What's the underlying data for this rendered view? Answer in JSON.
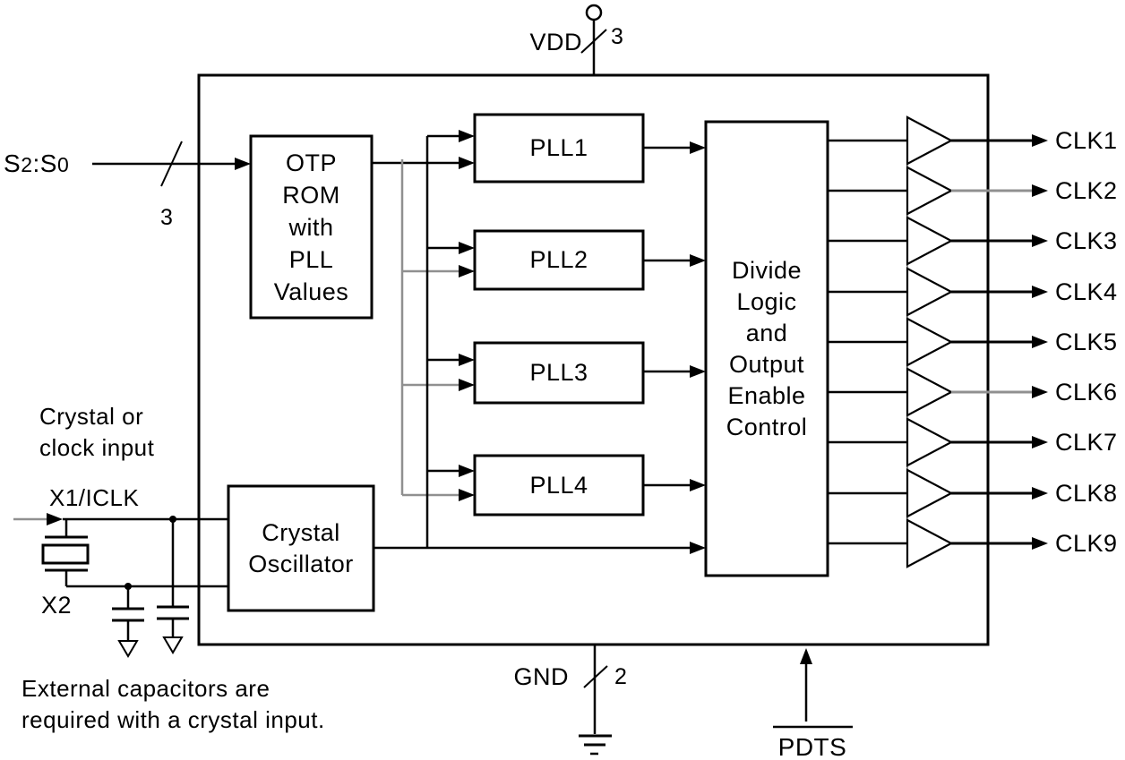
{
  "power": {
    "vdd_label": "VDD",
    "vdd_bus_width": "3",
    "gnd_label": "GND",
    "gnd_bus_width": "2",
    "pdts_label": "PDTS"
  },
  "select_input": {
    "full_label": "S2:S0",
    "p1": "S",
    "p2": "2",
    "p3": ":S",
    "p4": "0",
    "bus_width": "3"
  },
  "clock_input": {
    "x1_label": "X1/ICLK",
    "x2_label": "X2",
    "note": "Crystal or\nclock input",
    "cap_note": "External capacitors are\nrequired with a crystal input."
  },
  "blocks": {
    "otp_rom": "OTP\nROM\nwith\nPLL\nValues",
    "pll1": "PLL1",
    "pll2": "PLL2",
    "pll3": "PLL3",
    "pll4": "PLL4",
    "divide_logic": "Divide\nLogic\nand\nOutput\nEnable\nControl",
    "crystal_osc": "Crystal\nOscillator"
  },
  "outputs": [
    "CLK1",
    "CLK2",
    "CLK3",
    "CLK4",
    "CLK5",
    "CLK6",
    "CLK7",
    "CLK8",
    "CLK9"
  ],
  "colors": {
    "line": "#000000",
    "gray_line": "#909090",
    "background": "#ffffff"
  }
}
